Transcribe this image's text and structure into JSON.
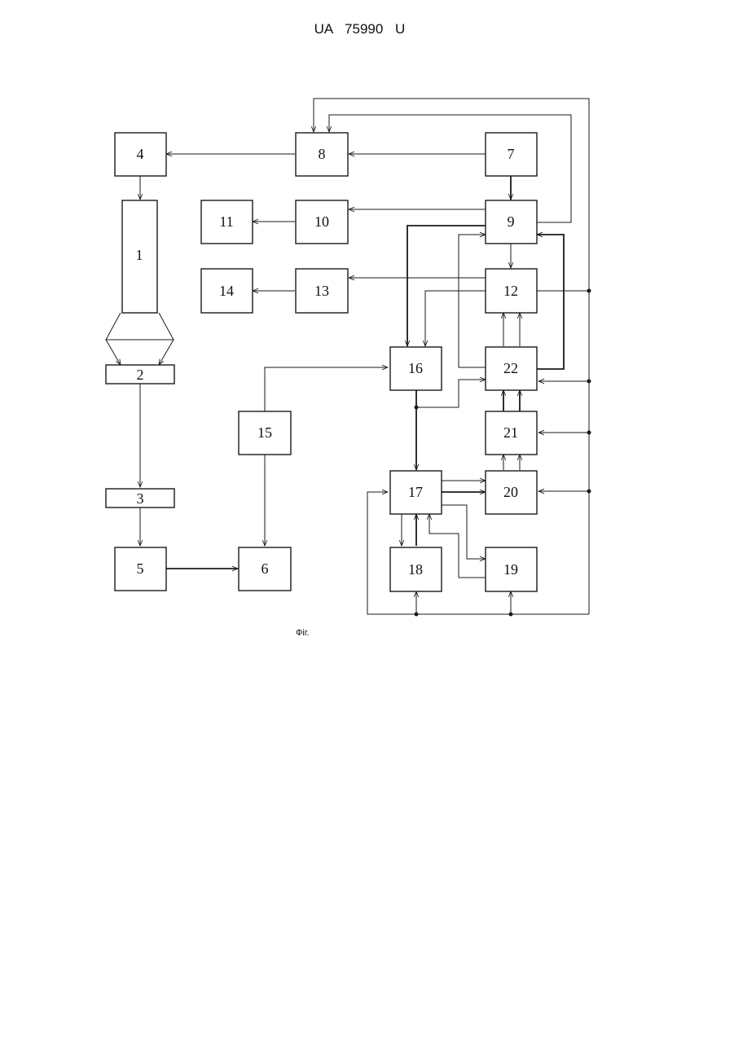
{
  "header": {
    "text": "UA  75990  U"
  },
  "caption": "Фіг.",
  "blocks": [
    {
      "id": "b1",
      "label": "1"
    },
    {
      "id": "b2",
      "label": "2"
    },
    {
      "id": "b3",
      "label": "3"
    },
    {
      "id": "b4",
      "label": "4"
    },
    {
      "id": "b5",
      "label": "5"
    },
    {
      "id": "b6",
      "label": "6"
    },
    {
      "id": "b7",
      "label": "7"
    },
    {
      "id": "b8",
      "label": "8"
    },
    {
      "id": "b9",
      "label": "9"
    },
    {
      "id": "b10",
      "label": "10"
    },
    {
      "id": "b11",
      "label": "11"
    },
    {
      "id": "b12",
      "label": "12"
    },
    {
      "id": "b13",
      "label": "13"
    },
    {
      "id": "b14",
      "label": "14"
    },
    {
      "id": "b15",
      "label": "15"
    },
    {
      "id": "b16",
      "label": "16"
    },
    {
      "id": "b17",
      "label": "17"
    },
    {
      "id": "b18",
      "label": "18"
    },
    {
      "id": "b19",
      "label": "19"
    },
    {
      "id": "b20",
      "label": "20"
    },
    {
      "id": "b21",
      "label": "21"
    },
    {
      "id": "b22",
      "label": "22"
    }
  ]
}
